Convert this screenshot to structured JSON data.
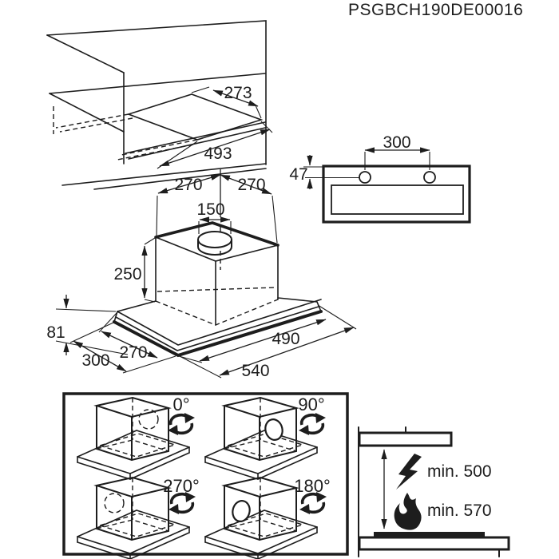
{
  "header": {
    "product_code": "PSGBCH190DE00016"
  },
  "colors": {
    "line": "#1d1d1d",
    "background": "#ffffff"
  },
  "cabinet_cutout_view": {
    "cutout_depth": "273",
    "cutout_width": "493"
  },
  "mounting_top_view": {
    "hole_spacing": "300",
    "hole_edge_offset": "47"
  },
  "hood_dimensions_view": {
    "duct_offset_left": "270",
    "duct_offset_right": "270",
    "collar_diameter": "150",
    "duct_height": "250",
    "body_height": "81",
    "body_depth": "300",
    "body_inner_depth": "270",
    "body_width": "490",
    "total_width": "540"
  },
  "duct_rotation_panel": {
    "options": [
      {
        "angle": "0°"
      },
      {
        "angle": "90°"
      },
      {
        "angle": "270°"
      },
      {
        "angle": "180°"
      }
    ]
  },
  "clearance_view": {
    "electric_hob_clearance": "min. 500",
    "gas_hob_clearance": "min. 570"
  }
}
